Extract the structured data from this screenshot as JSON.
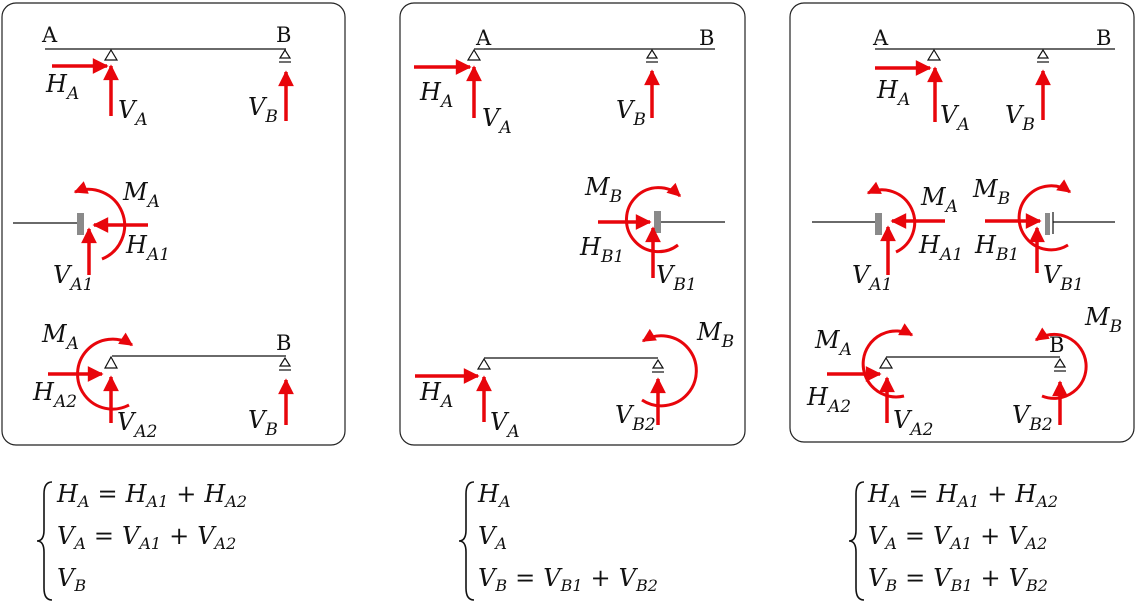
{
  "colors": {
    "force": "#e8050b",
    "clamp": "#8a8a8a",
    "line": "#111111"
  },
  "panels": [
    {
      "labels": {
        "A": "A",
        "B": "B",
        "HA": {
          "m": "H",
          "s": "A"
        },
        "VA": {
          "m": "V",
          "s": "A"
        },
        "VB": {
          "m": "V",
          "s": "B"
        },
        "MA1": {
          "m": "M",
          "s": "A"
        },
        "HA1": {
          "m": "H",
          "s": "A1"
        },
        "VA1": {
          "m": "V",
          "s": "A1"
        },
        "MA2": {
          "m": "M",
          "s": "A"
        },
        "B2": "B",
        "HA2": {
          "m": "H",
          "s": "A2"
        },
        "VA2": {
          "m": "V",
          "s": "A2"
        },
        "VB2": {
          "m": "V",
          "s": "B"
        }
      }
    },
    {
      "labels": {
        "A": "A",
        "B": "B",
        "HA": {
          "m": "H",
          "s": "A"
        },
        "VA": {
          "m": "V",
          "s": "A"
        },
        "VB": {
          "m": "V",
          "s": "B"
        },
        "MB1": {
          "m": "M",
          "s": "B"
        },
        "HB1": {
          "m": "H",
          "s": "B1"
        },
        "VB1": {
          "m": "V",
          "s": "B1"
        },
        "MB2": {
          "m": "M",
          "s": "B"
        },
        "HA2": {
          "m": "H",
          "s": "A"
        },
        "VA2": {
          "m": "V",
          "s": "A"
        },
        "VB2": {
          "m": "V",
          "s": "B2"
        }
      }
    },
    {
      "labels": {
        "A": "A",
        "B": "B",
        "HA": {
          "m": "H",
          "s": "A"
        },
        "VA": {
          "m": "V",
          "s": "A"
        },
        "VB": {
          "m": "V",
          "s": "B"
        },
        "MA1": {
          "m": "M",
          "s": "A"
        },
        "HA1": {
          "m": "H",
          "s": "A1"
        },
        "VA1": {
          "m": "V",
          "s": "A1"
        },
        "MB1": {
          "m": "M",
          "s": "B"
        },
        "HB1": {
          "m": "H",
          "s": "B1"
        },
        "VB1": {
          "m": "V",
          "s": "B1"
        },
        "MA2": {
          "m": "M",
          "s": "A"
        },
        "B2": "B",
        "HA2": {
          "m": "H",
          "s": "A2"
        },
        "VA2": {
          "m": "V",
          "s": "A2"
        },
        "MB2": {
          "m": "M",
          "s": "B"
        },
        "VB2": {
          "m": "V",
          "s": "B2"
        }
      }
    }
  ],
  "equations": [
    {
      "lines": [
        [
          {
            "m": "H",
            "s": "A"
          },
          "=",
          {
            "m": "H",
            "s": "A1"
          },
          "+",
          {
            "m": "H",
            "s": "A2"
          }
        ],
        [
          {
            "m": "V",
            "s": "A"
          },
          "=",
          {
            "m": "V",
            "s": "A1"
          },
          "+",
          {
            "m": "V",
            "s": "A2"
          }
        ],
        [
          {
            "m": "V",
            "s": "B"
          }
        ]
      ]
    },
    {
      "lines": [
        [
          {
            "m": "H",
            "s": "A"
          }
        ],
        [
          {
            "m": "V",
            "s": "A"
          }
        ],
        [
          {
            "m": "V",
            "s": "B"
          },
          "=",
          {
            "m": "V",
            "s": "B1"
          },
          "+",
          {
            "m": "V",
            "s": "B2"
          }
        ]
      ]
    },
    {
      "lines": [
        [
          {
            "m": "H",
            "s": "A"
          },
          "=",
          {
            "m": "H",
            "s": "A1"
          },
          "+",
          {
            "m": "H",
            "s": "A2"
          }
        ],
        [
          {
            "m": "V",
            "s": "A"
          },
          "=",
          {
            "m": "V",
            "s": "A1"
          },
          "+",
          {
            "m": "V",
            "s": "A2"
          }
        ],
        [
          {
            "m": "V",
            "s": "B"
          },
          "=",
          {
            "m": "V",
            "s": "B1"
          },
          "+",
          {
            "m": "V",
            "s": "B2"
          }
        ]
      ]
    }
  ]
}
